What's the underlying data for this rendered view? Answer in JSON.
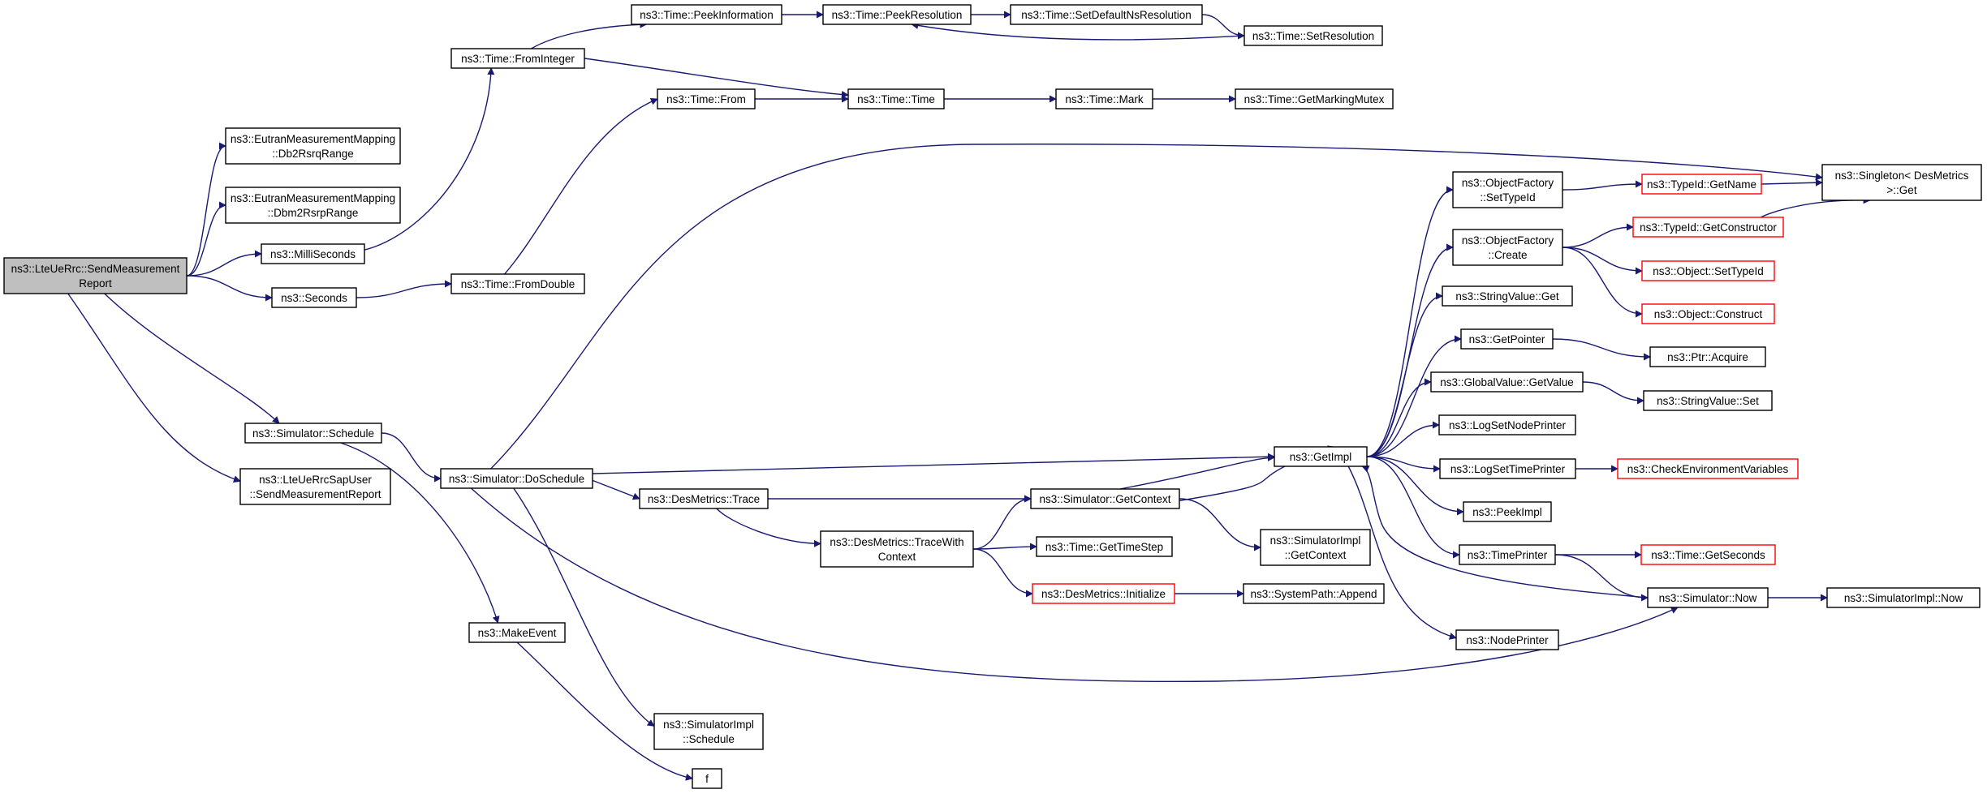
{
  "diagram": {
    "nodes": [
      {
        "id": "root",
        "lines": [
          "ns3::LteUeRrc::SendMeasurement",
          "Report"
        ],
        "style": "root"
      },
      {
        "id": "eutran_rsrq",
        "lines": [
          "ns3::EutranMeasurementMapping",
          "::Db2RsrqRange"
        ],
        "style": "normal"
      },
      {
        "id": "eutran_rsrp",
        "lines": [
          "ns3::EutranMeasurementMapping",
          "::Dbm2RsrpRange"
        ],
        "style": "normal"
      },
      {
        "id": "millis",
        "lines": [
          "ns3::MilliSeconds"
        ],
        "style": "normal"
      },
      {
        "id": "seconds",
        "lines": [
          "ns3::Seconds"
        ],
        "style": "normal"
      },
      {
        "id": "sim_schedule",
        "lines": [
          "ns3::Simulator::Schedule"
        ],
        "style": "normal"
      },
      {
        "id": "sapuser",
        "lines": [
          "ns3::LteUeRrcSapUser",
          "::SendMeasurementReport"
        ],
        "style": "normal"
      },
      {
        "id": "from_int",
        "lines": [
          "ns3::Time::FromInteger"
        ],
        "style": "normal"
      },
      {
        "id": "from_double",
        "lines": [
          "ns3::Time::FromDouble"
        ],
        "style": "normal"
      },
      {
        "id": "doschedule",
        "lines": [
          "ns3::Simulator::DoSchedule"
        ],
        "style": "normal"
      },
      {
        "id": "makeevent",
        "lines": [
          "ns3::MakeEvent"
        ],
        "style": "normal"
      },
      {
        "id": "peekinfo",
        "lines": [
          "ns3::Time::PeekInformation"
        ],
        "style": "normal"
      },
      {
        "id": "time_from",
        "lines": [
          "ns3::Time::From"
        ],
        "style": "normal"
      },
      {
        "id": "dm_trace",
        "lines": [
          "ns3::DesMetrics::Trace"
        ],
        "style": "normal"
      },
      {
        "id": "simimpl_sched",
        "lines": [
          "ns3::SimulatorImpl",
          "::Schedule"
        ],
        "style": "normal"
      },
      {
        "id": "f",
        "lines": [
          "f"
        ],
        "style": "normal"
      },
      {
        "id": "peekres",
        "lines": [
          "ns3::Time::PeekResolution"
        ],
        "style": "normal"
      },
      {
        "id": "time_time",
        "lines": [
          "ns3::Time::Time"
        ],
        "style": "normal"
      },
      {
        "id": "dm_twc",
        "lines": [
          "ns3::DesMetrics::TraceWith",
          "Context"
        ],
        "style": "normal"
      },
      {
        "id": "setdefres",
        "lines": [
          "ns3::Time::SetDefaultNsResolution"
        ],
        "style": "normal"
      },
      {
        "id": "time_mark",
        "lines": [
          "ns3::Time::Mark"
        ],
        "style": "normal"
      },
      {
        "id": "getcontext",
        "lines": [
          "ns3::Simulator::GetContext"
        ],
        "style": "normal"
      },
      {
        "id": "gettimestep",
        "lines": [
          "ns3::Time::GetTimeStep"
        ],
        "style": "normal"
      },
      {
        "id": "dm_init",
        "lines": [
          "ns3::DesMetrics::Initialize"
        ],
        "style": "red"
      },
      {
        "id": "setres",
        "lines": [
          "ns3::Time::SetResolution"
        ],
        "style": "normal"
      },
      {
        "id": "getmarkmutex",
        "lines": [
          "ns3::Time::GetMarkingMutex"
        ],
        "style": "normal"
      },
      {
        "id": "getimpl",
        "lines": [
          "ns3::GetImpl"
        ],
        "style": "normal"
      },
      {
        "id": "simimpl_ctx",
        "lines": [
          "ns3::SimulatorImpl",
          "::GetContext"
        ],
        "style": "normal"
      },
      {
        "id": "syspath",
        "lines": [
          "ns3::SystemPath::Append"
        ],
        "style": "normal"
      },
      {
        "id": "of_settid",
        "lines": [
          "ns3::ObjectFactory",
          "::SetTypeId"
        ],
        "style": "normal"
      },
      {
        "id": "of_create",
        "lines": [
          "ns3::ObjectFactory",
          "::Create"
        ],
        "style": "normal"
      },
      {
        "id": "strval_get",
        "lines": [
          "ns3::StringValue::Get"
        ],
        "style": "normal"
      },
      {
        "id": "getpointer",
        "lines": [
          "ns3::GetPointer"
        ],
        "style": "normal"
      },
      {
        "id": "gv_getvalue",
        "lines": [
          "ns3::GlobalValue::GetValue"
        ],
        "style": "normal"
      },
      {
        "id": "lognode",
        "lines": [
          "ns3::LogSetNodePrinter"
        ],
        "style": "normal"
      },
      {
        "id": "logtime",
        "lines": [
          "ns3::LogSetTimePrinter"
        ],
        "style": "normal"
      },
      {
        "id": "peekimpl",
        "lines": [
          "ns3::PeekImpl"
        ],
        "style": "normal"
      },
      {
        "id": "timeprinter",
        "lines": [
          "ns3::TimePrinter"
        ],
        "style": "normal"
      },
      {
        "id": "nodeprinter",
        "lines": [
          "ns3::NodePrinter"
        ],
        "style": "normal"
      },
      {
        "id": "tid_getname",
        "lines": [
          "ns3::TypeId::GetName"
        ],
        "style": "red"
      },
      {
        "id": "tid_getctor",
        "lines": [
          "ns3::TypeId::GetConstructor"
        ],
        "style": "red"
      },
      {
        "id": "obj_settid",
        "lines": [
          "ns3::Object::SetTypeId"
        ],
        "style": "red"
      },
      {
        "id": "obj_construct",
        "lines": [
          "ns3::Object::Construct"
        ],
        "style": "red"
      },
      {
        "id": "ptr_acquire",
        "lines": [
          "ns3::Ptr::Acquire"
        ],
        "style": "normal"
      },
      {
        "id": "strval_set",
        "lines": [
          "ns3::StringValue::Set"
        ],
        "style": "normal"
      },
      {
        "id": "checkenv",
        "lines": [
          "ns3::CheckEnvironmentVariables"
        ],
        "style": "red"
      },
      {
        "id": "time_getsec",
        "lines": [
          "ns3::Time::GetSeconds"
        ],
        "style": "red"
      },
      {
        "id": "sim_now",
        "lines": [
          "ns3::Simulator::Now"
        ],
        "style": "normal"
      },
      {
        "id": "simimpl_now",
        "lines": [
          "ns3::SimulatorImpl::Now"
        ],
        "style": "normal"
      },
      {
        "id": "singleton",
        "lines": [
          "ns3::Singleton< DesMetrics",
          ">::Get"
        ],
        "style": "normal"
      }
    ],
    "edges": [
      [
        "root",
        "eutran_rsrq"
      ],
      [
        "root",
        "eutran_rsrp"
      ],
      [
        "root",
        "millis"
      ],
      [
        "root",
        "seconds"
      ],
      [
        "root",
        "sim_schedule"
      ],
      [
        "root",
        "sapuser"
      ],
      [
        "millis",
        "from_int"
      ],
      [
        "seconds",
        "from_double"
      ],
      [
        "from_int",
        "peekinfo"
      ],
      [
        "from_int",
        "time_time"
      ],
      [
        "peekinfo",
        "peekres"
      ],
      [
        "peekres",
        "setdefres"
      ],
      [
        "setdefres",
        "setres"
      ],
      [
        "setres",
        "peekres"
      ],
      [
        "from_double",
        "time_from"
      ],
      [
        "time_from",
        "time_time"
      ],
      [
        "time_time",
        "time_mark"
      ],
      [
        "time_mark",
        "getmarkmutex"
      ],
      [
        "sim_schedule",
        "doschedule"
      ],
      [
        "sim_schedule",
        "makeevent"
      ],
      [
        "makeevent",
        "f"
      ],
      [
        "doschedule",
        "singleton"
      ],
      [
        "doschedule",
        "getimpl"
      ],
      [
        "doschedule",
        "dm_trace"
      ],
      [
        "doschedule",
        "simimpl_sched"
      ],
      [
        "doschedule",
        "sim_now"
      ],
      [
        "dm_trace",
        "getcontext"
      ],
      [
        "dm_trace",
        "dm_twc"
      ],
      [
        "dm_twc",
        "getcontext"
      ],
      [
        "dm_twc",
        "gettimestep"
      ],
      [
        "dm_twc",
        "dm_init"
      ],
      [
        "dm_init",
        "syspath"
      ],
      [
        "getcontext",
        "getimpl"
      ],
      [
        "getcontext",
        "simimpl_ctx"
      ],
      [
        "getimpl",
        "of_settid"
      ],
      [
        "getimpl",
        "of_create"
      ],
      [
        "getimpl",
        "strval_get"
      ],
      [
        "getimpl",
        "getpointer"
      ],
      [
        "getimpl",
        "gv_getvalue"
      ],
      [
        "getimpl",
        "lognode"
      ],
      [
        "getimpl",
        "logtime"
      ],
      [
        "getimpl",
        "peekimpl"
      ],
      [
        "getimpl",
        "timeprinter"
      ],
      [
        "getimpl",
        "nodeprinter"
      ],
      [
        "getimpl",
        "getcontext"
      ],
      [
        "of_settid",
        "tid_getname"
      ],
      [
        "tid_getname",
        "singleton"
      ],
      [
        "of_create",
        "tid_getctor"
      ],
      [
        "of_create",
        "obj_settid"
      ],
      [
        "of_create",
        "obj_construct"
      ],
      [
        "tid_getctor",
        "singleton"
      ],
      [
        "getpointer",
        "ptr_acquire"
      ],
      [
        "gv_getvalue",
        "strval_set"
      ],
      [
        "logtime",
        "checkenv"
      ],
      [
        "timeprinter",
        "time_getsec"
      ],
      [
        "timeprinter",
        "sim_now"
      ],
      [
        "sim_now",
        "getimpl"
      ],
      [
        "sim_now",
        "simimpl_now"
      ]
    ]
  },
  "colors": {
    "edge": "#191970",
    "node_border": "#000000",
    "node_border_red": "#ff0000",
    "root_fill": "#bfbfbf"
  }
}
